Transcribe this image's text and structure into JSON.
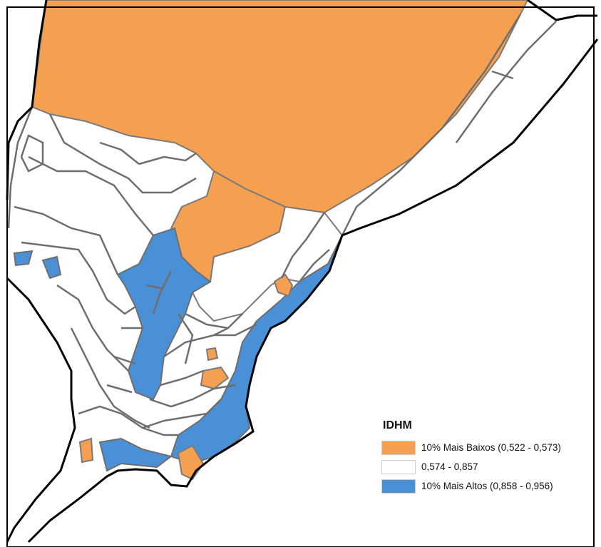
{
  "legend": {
    "title": "IDHM",
    "items": [
      {
        "label": "10% Mais Baixos (0,522 - 0,573)",
        "color": "#F5A050"
      },
      {
        "label": "0,574 - 0,857",
        "color": "#FFFFFF"
      },
      {
        "label": "10% Mais Altos (0,858 - 0,956)",
        "color": "#4A90D6"
      }
    ]
  },
  "colors": {
    "low": "#F5A050",
    "mid": "#FFFFFF",
    "high": "#4A90D6",
    "boundary": "#6E6E6E",
    "coast": "#000000"
  }
}
